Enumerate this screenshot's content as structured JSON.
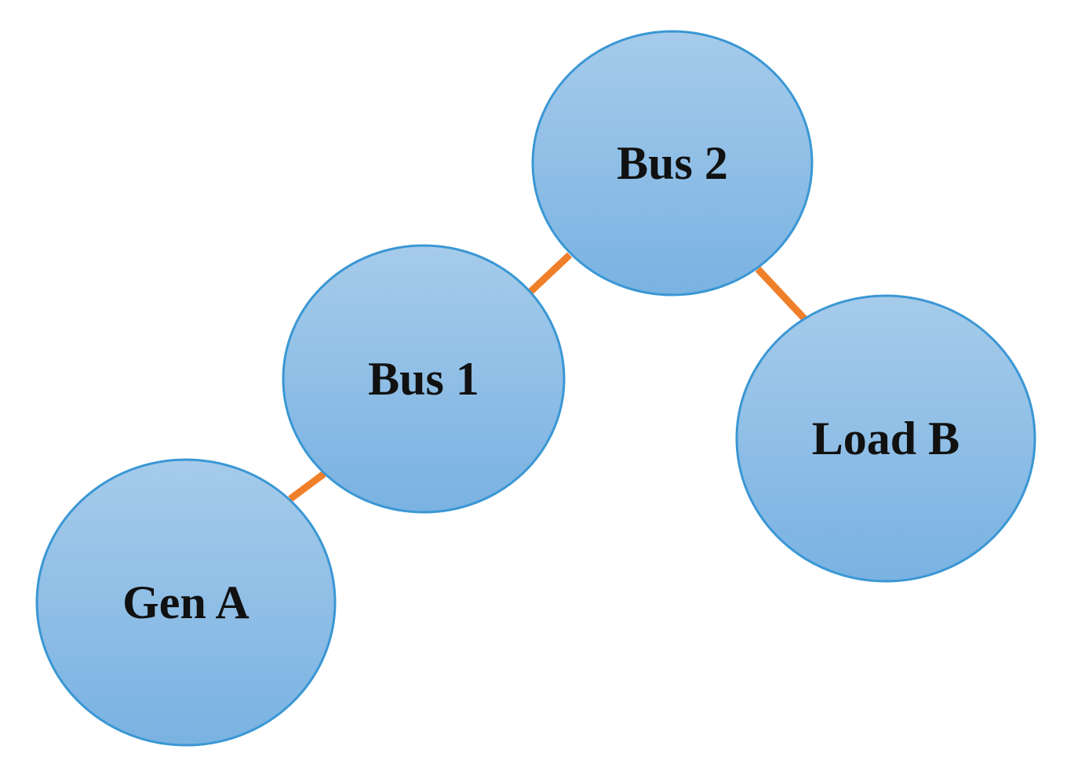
{
  "diagram": {
    "nodes": [
      {
        "id": "bus2",
        "label": "Bus 2"
      },
      {
        "id": "bus1",
        "label": "Bus 1"
      },
      {
        "id": "loadb",
        "label": "Load B"
      },
      {
        "id": "gena",
        "label": "Gen A"
      }
    ],
    "edges": [
      {
        "from": "gena",
        "to": "bus1"
      },
      {
        "from": "bus1",
        "to": "bus2"
      },
      {
        "from": "bus2",
        "to": "loadb"
      }
    ]
  },
  "colors": {
    "node_fill_top": "#a6cbea",
    "node_fill_bottom": "#79b2e2",
    "node_stroke": "#3a97d4",
    "edge": "#f07f2a",
    "label": "#111111"
  }
}
